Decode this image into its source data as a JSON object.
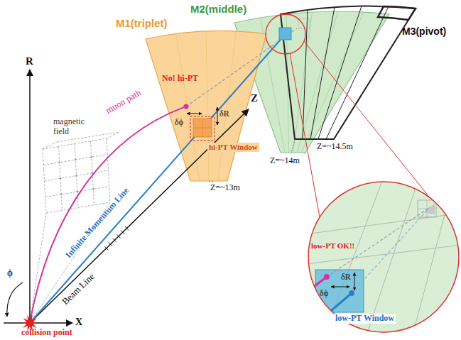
{
  "diagram": {
    "labels": [
      "M2(middle)",
      "M1(triplet)",
      "M3(pivot)",
      "magnetic field",
      "muon path",
      "R",
      "Z",
      "X",
      "ϕ",
      "collision point",
      "Infinite Momentum Line",
      "Beam Line",
      "Z=~13m",
      "Z=~14m",
      "Z=~14.5m",
      "No! hi-PT",
      "δR",
      "δϕ",
      "hi-PT Window",
      "low-PT OK!!",
      "δR",
      "δϕ",
      "low-PT Window"
    ]
  }
}
